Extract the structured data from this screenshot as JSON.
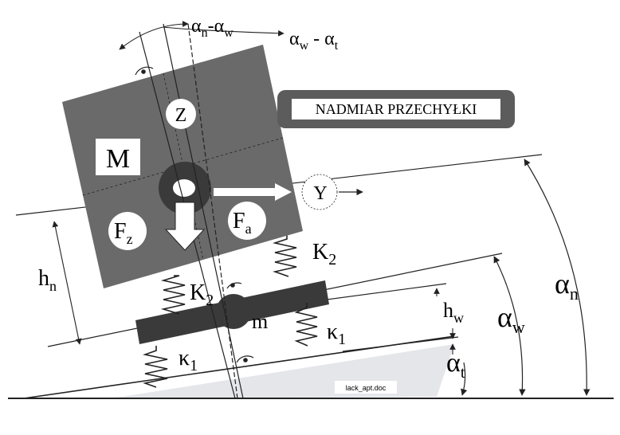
{
  "banner": {
    "text": "NADMIAR PRZECHYŁKI"
  },
  "bodies": {
    "upper_mass": "M",
    "lower_mass": "m",
    "gravity_force": "F",
    "gravity_force_sub": "z",
    "lateral_force": "F",
    "lateral_force_sub": "a",
    "z_axis": "Z",
    "y_axis": "Y"
  },
  "springs": {
    "upper_left": {
      "sym": "K",
      "sub": "2"
    },
    "upper_right": {
      "sym": "K",
      "sub": "2"
    },
    "lower_left": {
      "sym": "κ",
      "sub": "1"
    },
    "lower_right": {
      "sym": "κ",
      "sub": "1"
    }
  },
  "angles": {
    "diff_top": {
      "a": "α",
      "a_sub": "n",
      "sep": "-",
      "b": "α",
      "b_sub": "w"
    },
    "diff_second": {
      "a": "α",
      "a_sub": "w",
      "sep": " - ",
      "b": "α",
      "b_sub": "t"
    },
    "alpha_n": {
      "sym": "α",
      "sub": "n"
    },
    "alpha_w": {
      "sym": "α",
      "sub": "w"
    },
    "alpha_t": {
      "sym": "α",
      "sub": "t"
    }
  },
  "heights": {
    "h_n": {
      "sym": "h",
      "sub": "n"
    },
    "h_w": {
      "sym": "h",
      "sub": "w"
    }
  },
  "file_label": "lack_apt.doc",
  "colors": {
    "body_fill": "#6a6a6a",
    "lower_body_fill": "#3a3a3a",
    "banner_fill": "#5c5c5c",
    "line": "#222222",
    "ground_fill": "#e4e6ea"
  }
}
